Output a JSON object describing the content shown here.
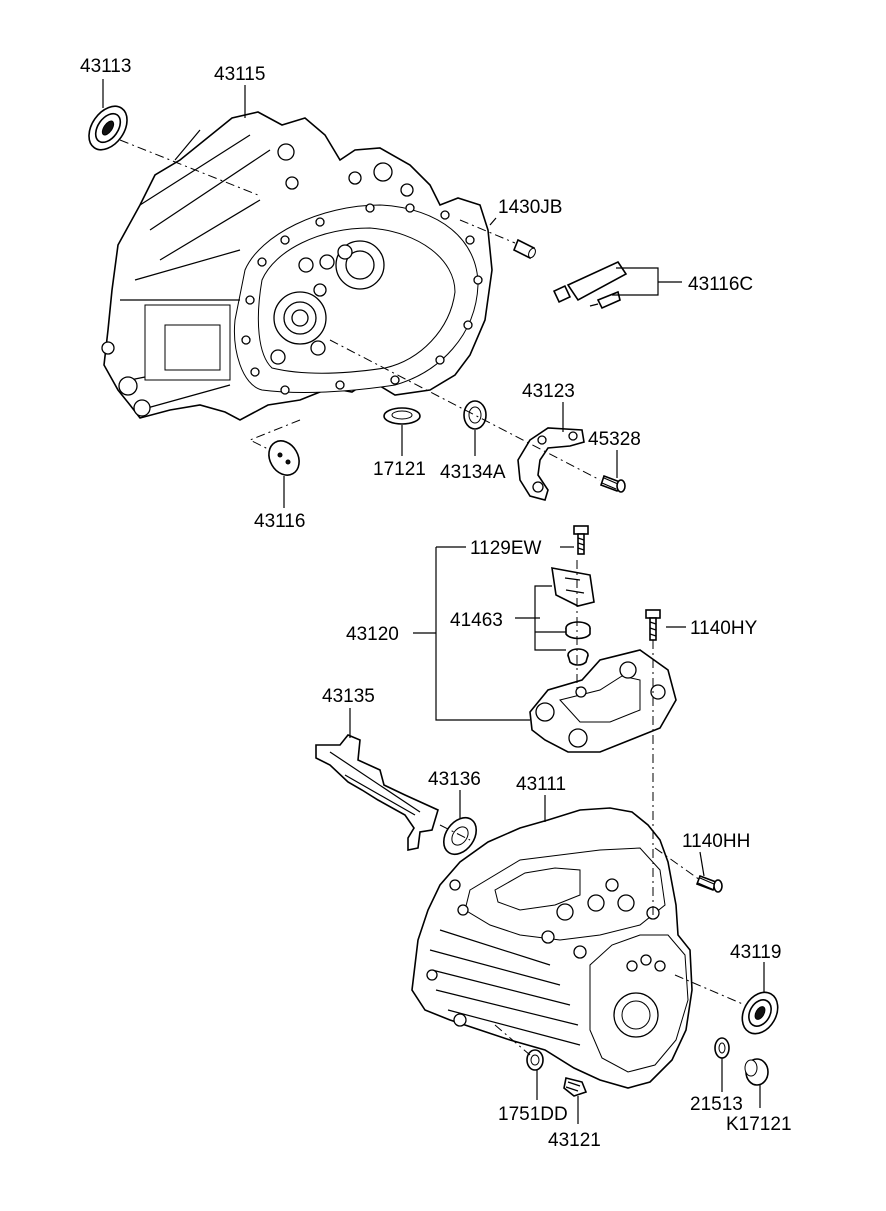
{
  "labels": {
    "l43113": "43113",
    "l43115": "43115",
    "l1430JB": "1430JB",
    "l43116C": "43116C",
    "l43123": "43123",
    "l45328": "45328",
    "l17121": "17121",
    "l43134A": "43134A",
    "l43116": "43116",
    "l1129EW": "1129EW",
    "l41463": "41463",
    "l43120": "43120",
    "l1140HY": "1140HY",
    "l43135": "43135",
    "l43136": "43136",
    "l43111": "43111",
    "l1140HH": "1140HH",
    "l43119": "43119",
    "l21513": "21513",
    "lK17121": "K17121",
    "l1751DD": "1751DD",
    "l43121": "43121"
  }
}
